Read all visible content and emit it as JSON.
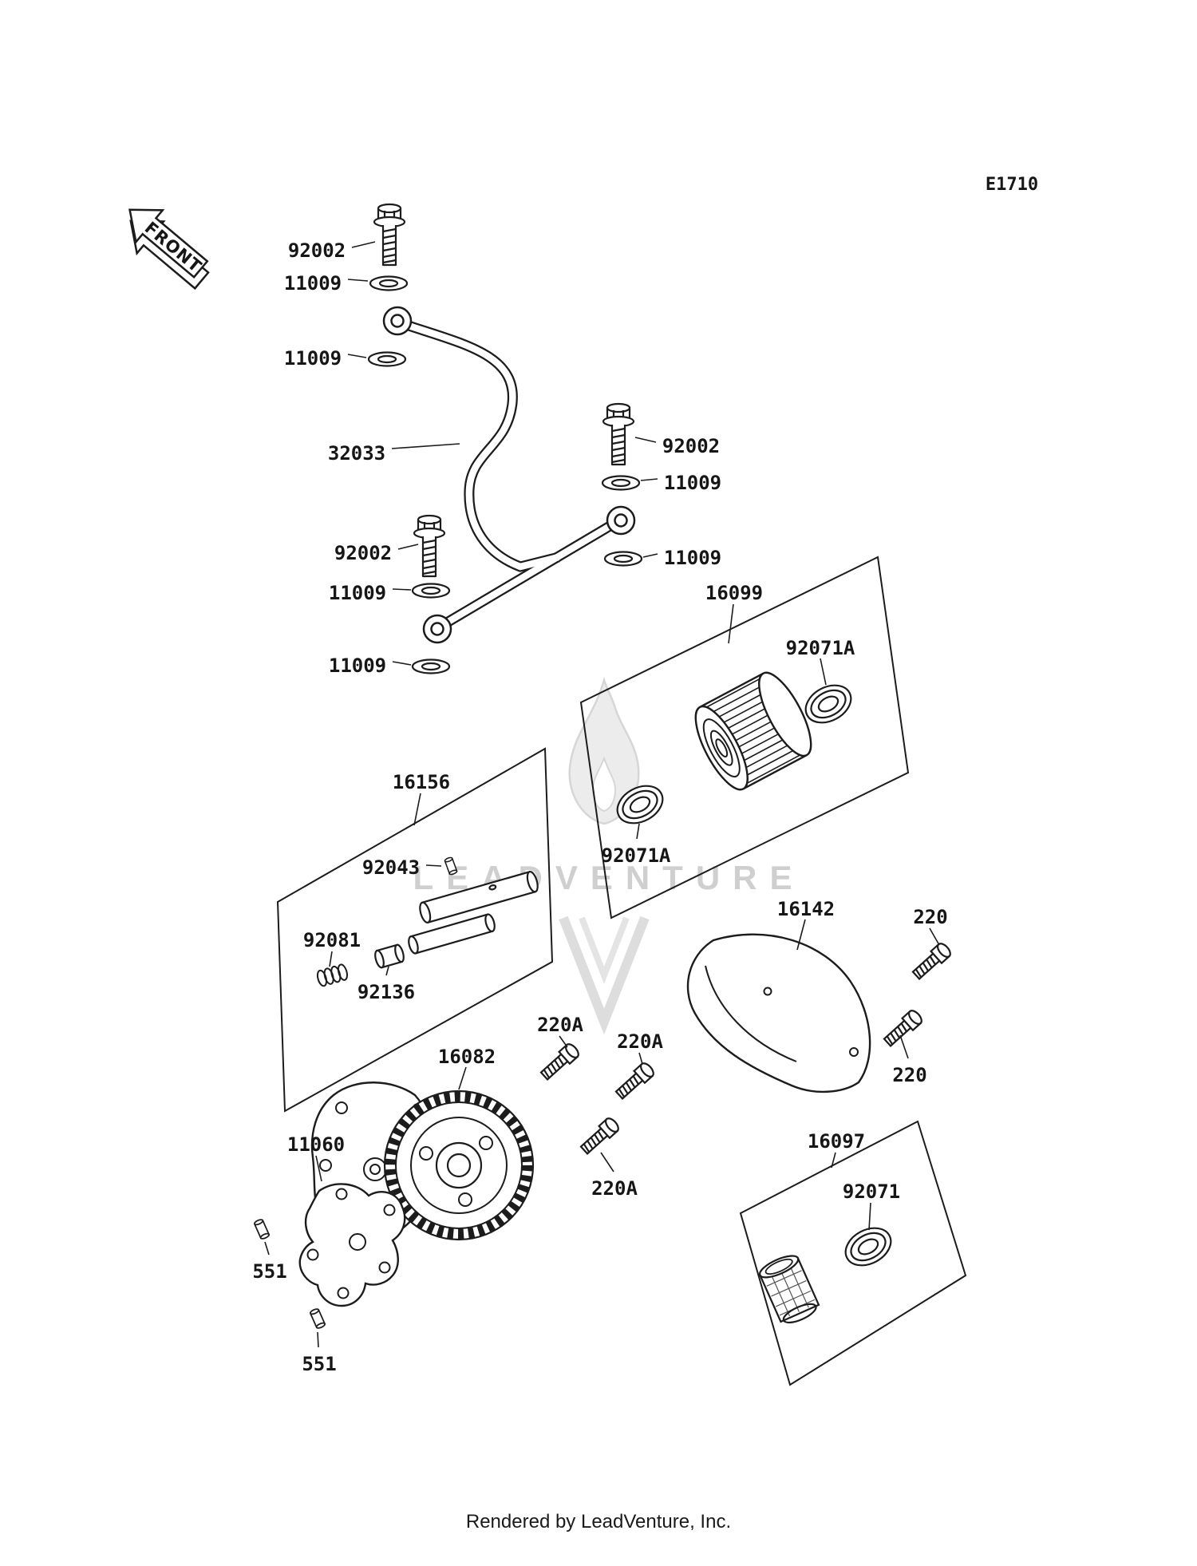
{
  "page": {
    "diagram_code": "E1710",
    "front_label": "FRONT",
    "watermark": "LEADVENTURE",
    "footer": "Rendered by LeadVenture, Inc."
  },
  "colors": {
    "line": "#1c1c1c",
    "paper": "#ffffff",
    "watermark": "#d6d6d6"
  },
  "callouts": [
    {
      "text": "92002"
    },
    {
      "text": "11009"
    },
    {
      "text": "11009"
    },
    {
      "text": "32033"
    },
    {
      "text": "92002"
    },
    {
      "text": "11009"
    },
    {
      "text": "92002"
    },
    {
      "text": "11009"
    },
    {
      "text": "11009"
    },
    {
      "text": "11009"
    },
    {
      "text": "16099"
    },
    {
      "text": "92071A"
    },
    {
      "text": "92071A"
    },
    {
      "text": "16156"
    },
    {
      "text": "92043"
    },
    {
      "text": "92081"
    },
    {
      "text": "92136"
    },
    {
      "text": "16142"
    },
    {
      "text": "220"
    },
    {
      "text": "220A"
    },
    {
      "text": "220A"
    },
    {
      "text": "16082"
    },
    {
      "text": "220"
    },
    {
      "text": "220A"
    },
    {
      "text": "11060"
    },
    {
      "text": "16097"
    },
    {
      "text": "92071"
    },
    {
      "text": "551"
    },
    {
      "text": "551"
    }
  ]
}
